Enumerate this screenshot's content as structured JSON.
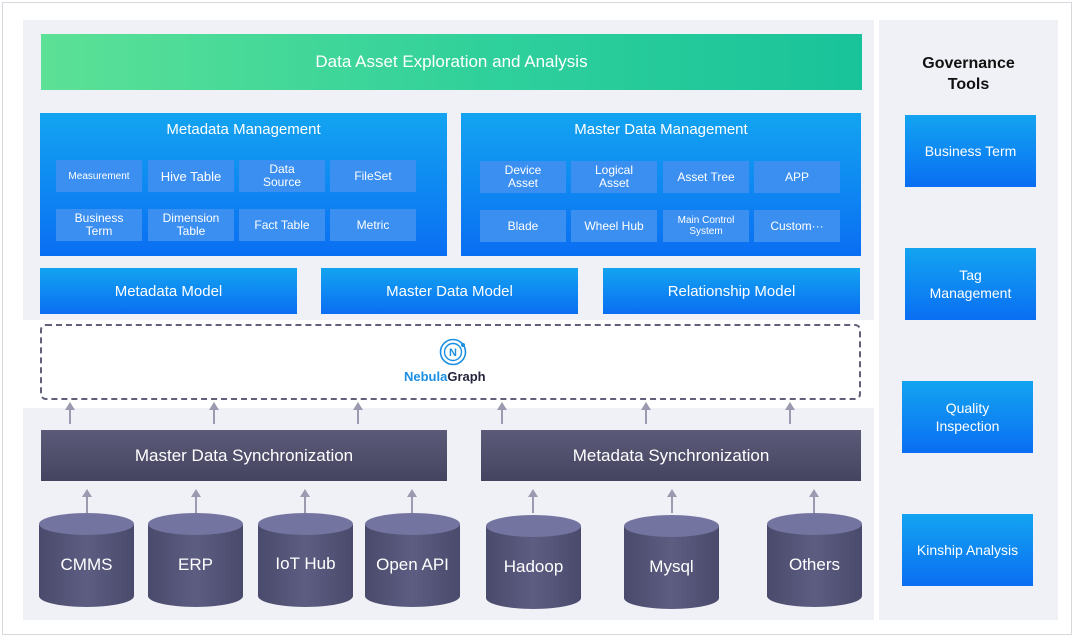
{
  "banner": {
    "title": "Data Asset Exploration and Analysis"
  },
  "metadata_management": {
    "title": "Metadata Management",
    "chips": [
      "Measurement",
      "Hive Table",
      "Data\nSource",
      "FileSet",
      "Business\nTerm",
      "Dimension\nTable",
      "Fact Table",
      "Metric"
    ]
  },
  "master_data_management": {
    "title": "Master Data Management",
    "chips": [
      "Device\nAsset",
      "Logical\nAsset",
      "Asset Tree",
      "APP",
      "Blade",
      "Wheel Hub",
      "Main Control\nSystem",
      "Custom···"
    ]
  },
  "models": [
    "Metadata Model",
    "Master Data Model",
    "Relationship Model"
  ],
  "graph": {
    "name_part1": "Nebula",
    "name_part2": "Graph",
    "logo_letter": "N"
  },
  "sync": [
    "Master Data Synchronization",
    "Metadata Synchronization"
  ],
  "sources": [
    "CMMS",
    "ERP",
    "IoT Hub",
    "Open API",
    "Hadoop",
    "Mysql",
    "Others"
  ],
  "governance": {
    "title": "Governance\nTools",
    "tools": [
      "Business Term",
      "Tag\nManagement",
      "Quality\nInspection",
      "Kinship Analysis"
    ]
  },
  "colors": {
    "banner": "#2fd09b",
    "blue": "#0a6ef2",
    "chip": "#3b8ff0",
    "sync": "#4f4e6b",
    "cylinder": "#55557a",
    "panel": "#f0f0f7"
  }
}
